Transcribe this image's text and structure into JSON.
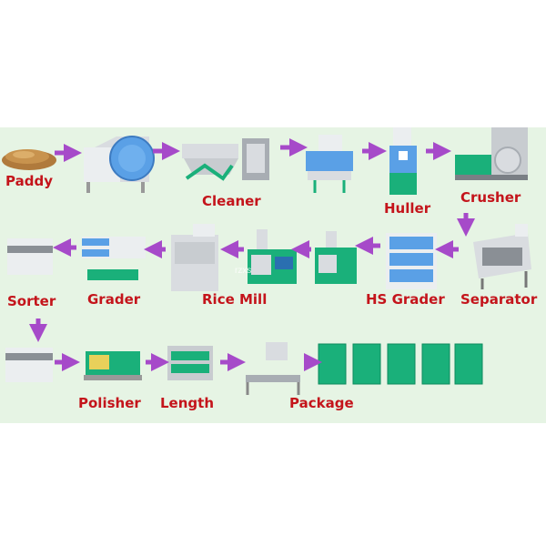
{
  "colors": {
    "background_band": "#e6f4e4",
    "label": "#c4141b",
    "arrow": "#a64ac9",
    "machine_blue": "#5aa0e6",
    "machine_green": "#1ab07a",
    "machine_grey": "#d9dce0"
  },
  "steps": [
    {
      "label": "Paddy",
      "icon": "paddy-grain-pile"
    },
    {
      "label": "",
      "icon": "drum-cleaner-machine"
    },
    {
      "label": "Cleaner",
      "icon": "vibrating-cleaner-machine"
    },
    {
      "label": "",
      "icon": "destoner-machine"
    },
    {
      "label": "Huller",
      "icon": "huller-machine"
    },
    {
      "label": "Crusher",
      "icon": "crusher-machine"
    },
    {
      "label": "Separator",
      "icon": "paddy-separator-machine"
    },
    {
      "label": "HS Grader",
      "icon": "hs-grader-machine"
    },
    {
      "label": "",
      "icon": "whitener-machine"
    },
    {
      "label": "Rice Mill",
      "icon": "rice-mill-machine"
    },
    {
      "label": "Grader",
      "icon": "grader-machine"
    },
    {
      "label": "Sorter",
      "icon": "color-sorter-machine"
    },
    {
      "label": "",
      "icon": "color-sorter-machine-2"
    },
    {
      "label": "Polisher",
      "icon": "polisher-machine"
    },
    {
      "label": "Length",
      "icon": "length-grader-machine"
    },
    {
      "label": "",
      "icon": "packing-scale-machine"
    },
    {
      "label": "Package",
      "icon": "rice-bags"
    }
  ],
  "watermark": "rzxs"
}
